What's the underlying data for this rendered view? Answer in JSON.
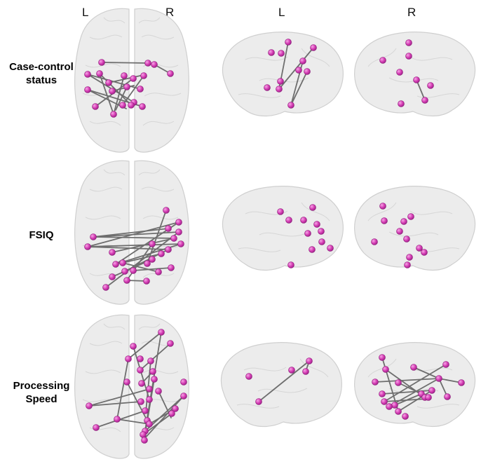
{
  "headers": {
    "axial_left": "L",
    "axial_right": "R",
    "sagittal_left": "L",
    "sagittal_right": "R"
  },
  "rows": [
    {
      "label_line1": "Case-control",
      "label_line2": "status"
    },
    {
      "label_line1": "FSIQ",
      "label_line2": ""
    },
    {
      "label_line1": "Processing",
      "label_line2": "Speed"
    }
  ],
  "colors": {
    "node": "#d63fb5",
    "edge": "#6e6e6e",
    "brain": "#ececec"
  }
}
